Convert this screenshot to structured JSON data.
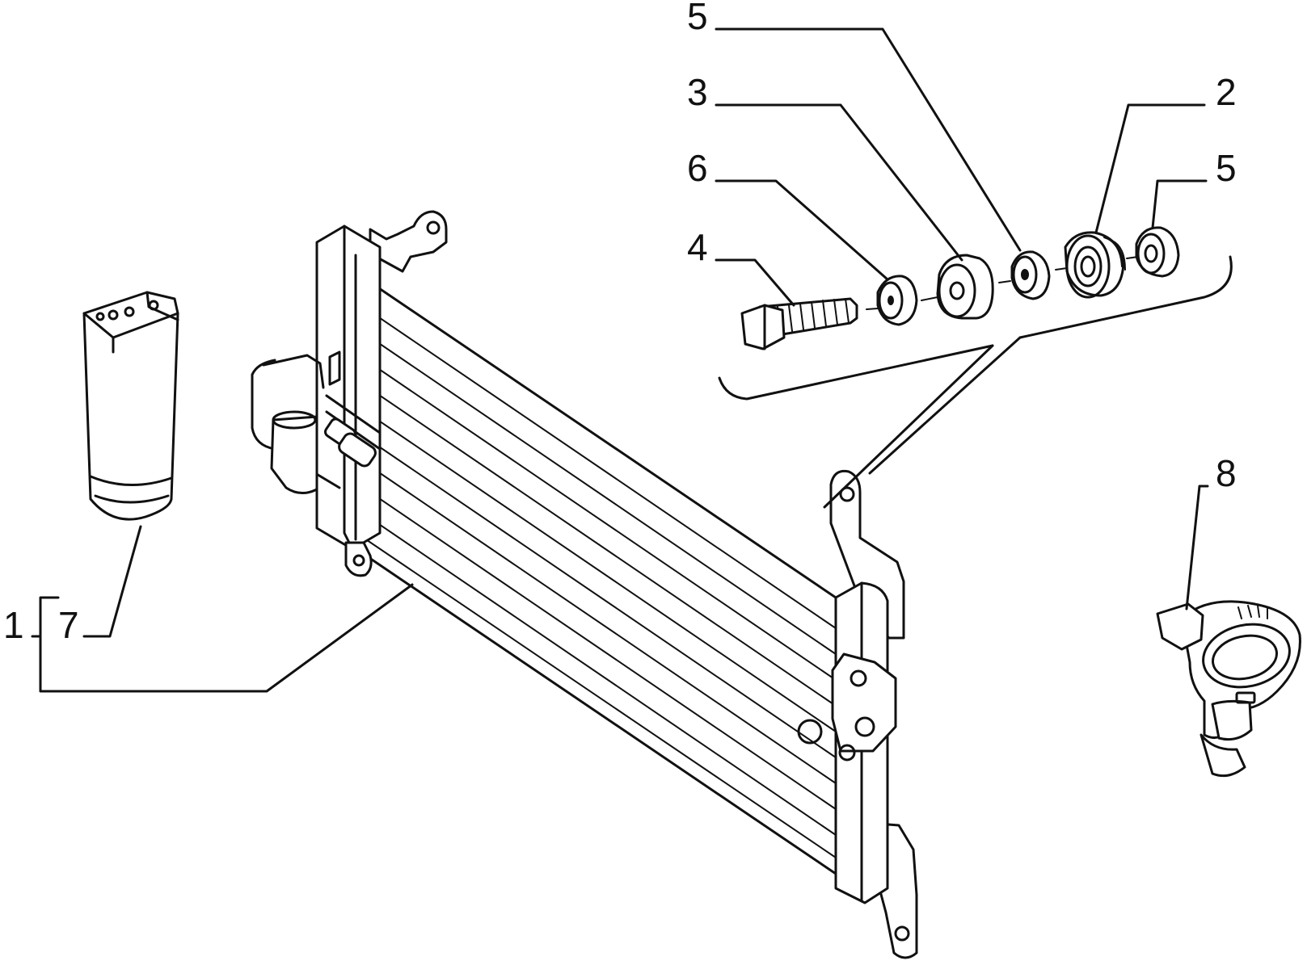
{
  "labels": {
    "bracket_top_5": "5",
    "spacer_3": "3",
    "washer_6": "6",
    "bolt_4": "4",
    "bushing_2": "2",
    "washer_right_5": "5",
    "clip_8": "8",
    "assembly_1": "1",
    "dryer_7": "7"
  },
  "colors": {
    "ink": "#111111",
    "paper": "#ffffff"
  }
}
